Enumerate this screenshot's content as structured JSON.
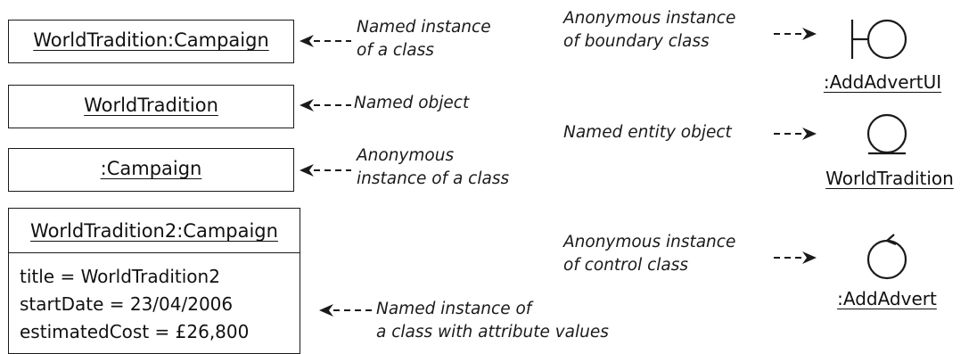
{
  "objects": {
    "named_instance": "WorldTradition:Campaign",
    "named_object": "WorldTradition",
    "anonymous_instance": ":Campaign",
    "attributed_instance": {
      "title": "WorldTradition2:Campaign",
      "attributes": [
        "title = WorldTradition2",
        "startDate = 23/04/2006",
        "estimatedCost = £26,800"
      ]
    }
  },
  "annotations": {
    "named_instance": [
      "Named instance",
      "of a class"
    ],
    "named_object": "Named object",
    "anonymous_instance": [
      "Anonymous",
      "instance of a class"
    ],
    "attributed_instance": [
      "Named instance of",
      "a class with attribute values"
    ],
    "boundary": [
      "Anonymous instance",
      "of boundary class"
    ],
    "entity": "Named entity object",
    "control": [
      "Anonymous instance",
      "of control class"
    ]
  },
  "stereotypes": {
    "boundary": {
      "icon": "boundary-icon",
      "label": ":AddAdvertUI"
    },
    "entity": {
      "icon": "entity-icon",
      "label": "WorldTradition"
    },
    "control": {
      "icon": "control-icon",
      "label": ":AddAdvert"
    }
  }
}
